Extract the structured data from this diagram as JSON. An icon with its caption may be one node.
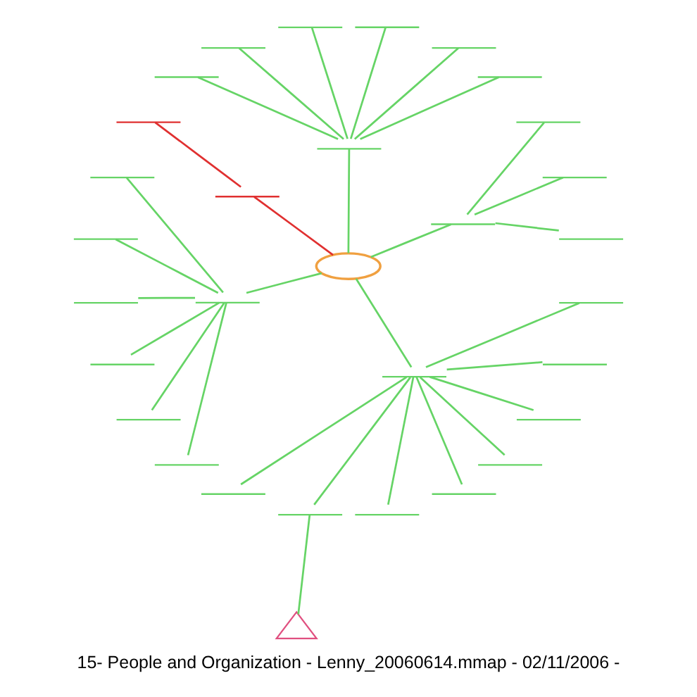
{
  "diagram": {
    "caption": "15- People and Organization - Lenny_20060614.mmap - 02/11/2006 -",
    "nodes": [
      {
        "text": [],
        "shape": "ellipse"
      },
      {
        "text": [],
        "shape": "line"
      },
      {
        "text": [],
        "shape": "line"
      },
      {
        "text": [],
        "shape": "line"
      },
      {
        "text": [],
        "shape": "line"
      },
      {
        "text": [],
        "shape": "line"
      },
      {
        "text": [],
        "shape": "line"
      },
      {
        "text": [],
        "shape": "line"
      },
      {
        "text": [],
        "shape": "line"
      },
      {
        "text": [],
        "shape": "line"
      },
      {
        "text": [],
        "shape": "line"
      },
      {
        "text": [],
        "shape": "line"
      },
      {
        "text": [],
        "shape": "line"
      },
      {
        "text": [],
        "shape": "line"
      },
      {
        "text": [],
        "shape": "line"
      },
      {
        "text": [],
        "shape": "line"
      },
      {
        "text": [],
        "shape": "line"
      },
      {
        "text": [],
        "shape": "line"
      },
      {
        "text": [],
        "shape": "line"
      },
      {
        "text": [],
        "shape": "line"
      },
      {
        "text": [],
        "shape": "line"
      },
      {
        "text": [],
        "shape": "line"
      },
      {
        "text": [],
        "shape": "line"
      },
      {
        "text": [],
        "shape": "line"
      },
      {
        "text": [],
        "shape": "line"
      },
      {
        "text": [],
        "shape": "line"
      },
      {
        "text": [],
        "shape": "line"
      },
      {
        "text": [],
        "shape": "line"
      },
      {
        "text": [],
        "shape": "line"
      },
      {
        "text": [],
        "shape": "line"
      },
      {
        "text": [],
        "shape": "triangle"
      }
    ],
    "edges": [
      {
        "from": 0,
        "to": 1,
        "arrow": "none"
      },
      {
        "from": 0,
        "to": 2,
        "arrow": "none"
      },
      {
        "from": 0,
        "to": 3,
        "arrow": "none",
        "color": "#e03030"
      },
      {
        "from": 0,
        "to": 4,
        "arrow": "none"
      },
      {
        "from": 0,
        "to": 5,
        "arrow": "none"
      },
      {
        "from": 1,
        "to": 6,
        "arrow": "none"
      },
      {
        "from": 1,
        "to": 7,
        "arrow": "none"
      },
      {
        "from": 1,
        "to": 8,
        "arrow": "none"
      },
      {
        "from": 2,
        "to": 9,
        "arrow": "none"
      },
      {
        "from": 2,
        "to": 10,
        "arrow": "none"
      },
      {
        "from": 2,
        "to": 11,
        "arrow": "none"
      },
      {
        "from": 2,
        "to": 12,
        "arrow": "none"
      },
      {
        "from": 2,
        "to": 13,
        "arrow": "none"
      },
      {
        "from": 2,
        "to": 14,
        "arrow": "none"
      },
      {
        "from": 3,
        "to": 15,
        "arrow": "none",
        "color": "#e03030"
      },
      {
        "from": 4,
        "to": 16,
        "arrow": "none"
      },
      {
        "from": 4,
        "to": 17,
        "arrow": "none"
      },
      {
        "from": 4,
        "to": 18,
        "arrow": "none"
      },
      {
        "from": 4,
        "to": 19,
        "arrow": "none"
      },
      {
        "from": 4,
        "to": 20,
        "arrow": "none"
      },
      {
        "from": 4,
        "to": 21,
        "arrow": "none"
      },
      {
        "from": 5,
        "to": 22,
        "arrow": "none"
      },
      {
        "from": 5,
        "to": 23,
        "arrow": "none"
      },
      {
        "from": 5,
        "to": 24,
        "arrow": "none"
      },
      {
        "from": 5,
        "to": 25,
        "arrow": "none"
      },
      {
        "from": 5,
        "to": 26,
        "arrow": "none"
      },
      {
        "from": 5,
        "to": 27,
        "arrow": "none"
      },
      {
        "from": 5,
        "to": 28,
        "arrow": "none"
      },
      {
        "from": 5,
        "to": 29,
        "arrow": "none"
      },
      {
        "from": 23,
        "to": 30,
        "arrow": "none"
      }
    ]
  }
}
